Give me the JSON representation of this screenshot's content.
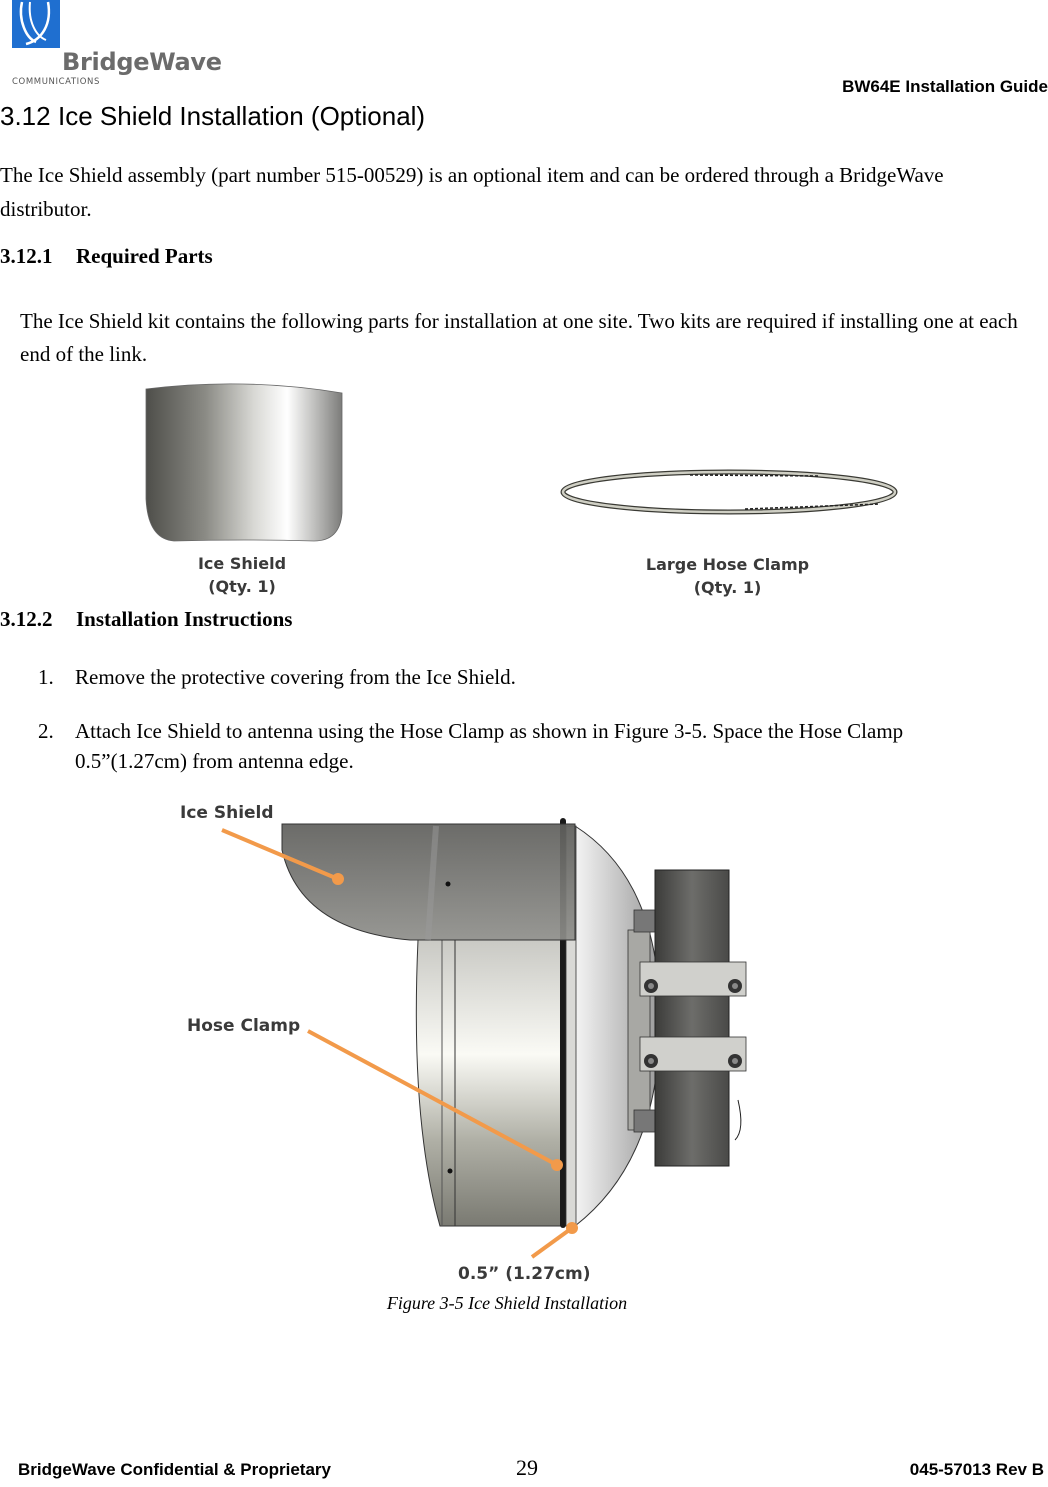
{
  "header": {
    "logo": {
      "word": "BridgeWave",
      "sub": "COMMUNICATIONS",
      "brand_color": "#1f6fd0"
    },
    "doc_title": "BW64E Installation Guide"
  },
  "section": {
    "number": "3.12",
    "title": "Ice Shield Installation (Optional)",
    "intro": "The Ice Shield assembly (part number 515-00529) is an optional item and can be ordered through a BridgeWave distributor."
  },
  "required_parts": {
    "number": "3.12.1",
    "title": "Required Parts",
    "text": "The Ice Shield kit contains the following parts for installation at one site. Two kits are required if installing one at each end of the link.",
    "items": [
      {
        "name": "Ice Shield",
        "qty": "(Qty. 1)"
      },
      {
        "name": "Large Hose Clamp",
        "qty": "(Qty. 1)"
      }
    ]
  },
  "instructions": {
    "number": "3.12.2",
    "title": "Installation Instructions",
    "steps": [
      {
        "n": "1.",
        "text": "Remove the protective covering from the Ice Shield."
      },
      {
        "n": "2.",
        "text": "Attach Ice Shield to antenna using the Hose Clamp as shown in Figure 3-5. Space the Hose Clamp 0.5”(1.27cm) from antenna edge."
      }
    ]
  },
  "figure": {
    "callouts": {
      "ice_shield": "Ice Shield",
      "hose_clamp": "Hose Clamp",
      "spacing": "0.5” (1.27cm)"
    },
    "callout_color": "#f29a4a",
    "caption": "Figure 3-5 Ice Shield Installation"
  },
  "footer": {
    "left": "BridgeWave Confidential & Proprietary",
    "page": "29",
    "right": "045-57013 Rev B"
  }
}
